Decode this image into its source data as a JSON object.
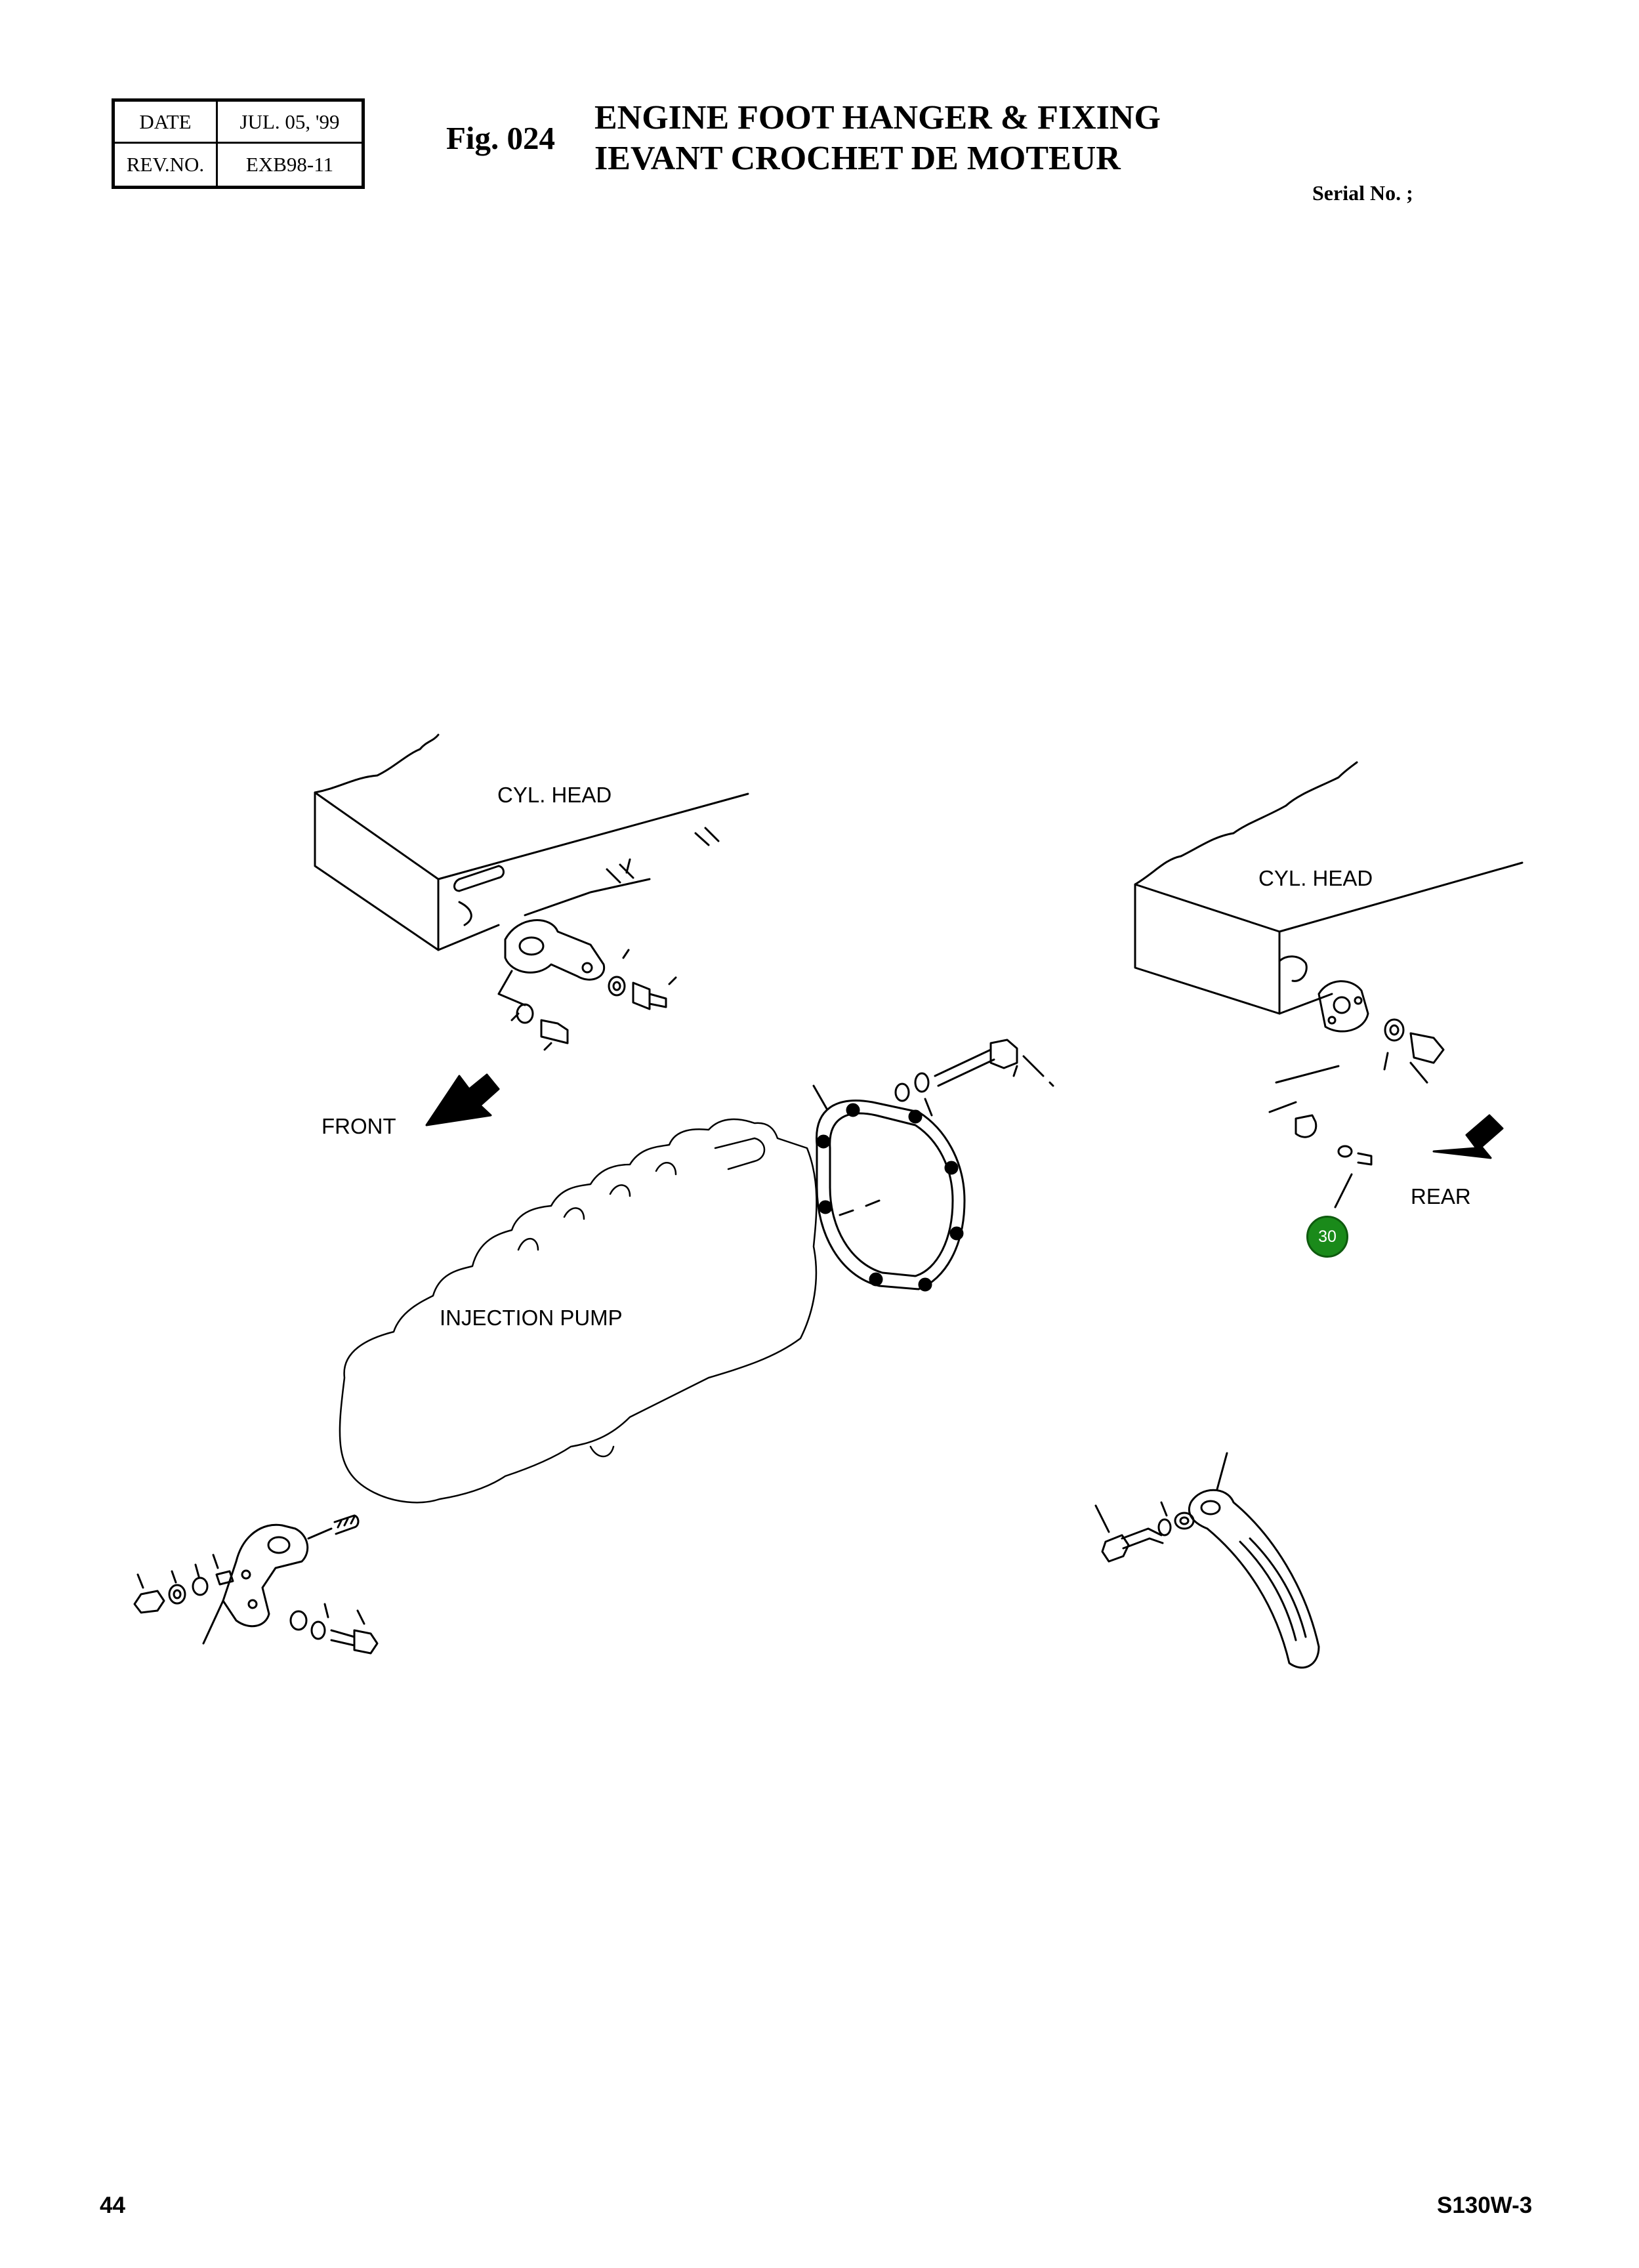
{
  "header": {
    "date_label": "DATE",
    "date_value": "JUL. 05, '99",
    "rev_label": "REV.NO.",
    "rev_value": "EXB98-11",
    "fig_no": "Fig. 024",
    "title_en": "ENGINE FOOT HANGER & FIXING",
    "title_fr": "IEVANT CROCHET DE MOTEUR",
    "serial": "Serial No. ;"
  },
  "diagram": {
    "labels": {
      "cyl_head_left": "CYL. HEAD",
      "cyl_head_right": "CYL. HEAD",
      "front": "FRONT",
      "rear": "REAR",
      "injection_pump": "INJECTION PUMP"
    },
    "callouts": [
      {
        "number": "30",
        "color": "#1a8a1a"
      }
    ]
  },
  "footer": {
    "page_number": "44",
    "model": "S130W-3"
  }
}
